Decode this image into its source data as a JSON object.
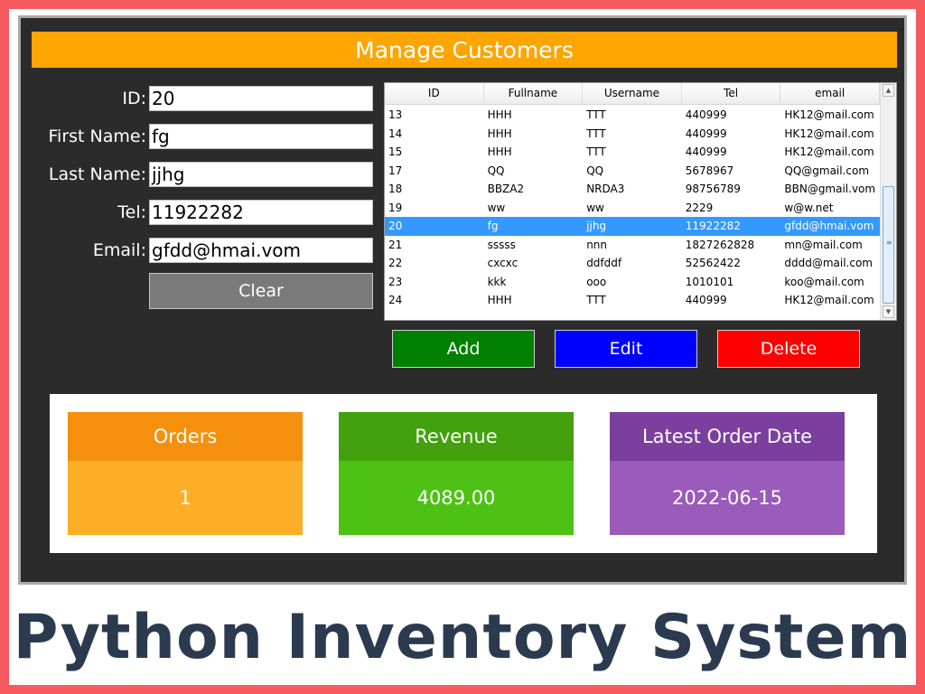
{
  "title": "Manage Customers",
  "form": {
    "fields": [
      {
        "label": "ID:",
        "value": "20"
      },
      {
        "label": "First Name:",
        "value": "fg"
      },
      {
        "label": "Last Name:",
        "value": "jjhg"
      },
      {
        "label": "Tel:",
        "value": "11922282"
      },
      {
        "label": "Email:",
        "value": "gfdd@hmai.vom"
      }
    ],
    "clear_label": "Clear"
  },
  "table": {
    "columns": [
      "ID",
      "Fullname",
      "Username",
      "Tel",
      "email"
    ],
    "rows": [
      [
        "13",
        "HHH",
        "TTT",
        "440999",
        "HK12@mail.com"
      ],
      [
        "14",
        "HHH",
        "TTT",
        "440999",
        "HK12@mail.com"
      ],
      [
        "15",
        "HHH",
        "TTT",
        "440999",
        "HK12@mail.com"
      ],
      [
        "17",
        "QQ",
        "QQ",
        "5678967",
        "QQ@gmail.com"
      ],
      [
        "18",
        "BBZA2",
        "NRDA3",
        "98756789",
        "BBN@gmail.vom"
      ],
      [
        "19",
        "ww",
        "ww",
        "2229",
        "w@w.net"
      ],
      [
        "20",
        "fg",
        "jjhg",
        "11922282",
        "gfdd@hmai.vom"
      ],
      [
        "21",
        "sssss",
        "nnn",
        "1827262828",
        "mn@mail.com"
      ],
      [
        "22",
        "cxcxc",
        "ddfddf",
        "52562422",
        "dddd@mail.com"
      ],
      [
        "23",
        "kkk",
        "ooo",
        "1010101",
        "koo@mail.com"
      ],
      [
        "24",
        "HHH",
        "TTT",
        "440999",
        "HK12@mail.com"
      ]
    ],
    "selected_row": 6
  },
  "actions": {
    "add_label": "Add",
    "edit_label": "Edit",
    "delete_label": "Delete"
  },
  "stats": [
    {
      "label": "Orders",
      "value": "1",
      "head_color": "#f5900f",
      "body_color": "#fcae27"
    },
    {
      "label": "Revenue",
      "value": "4089.00",
      "head_color": "#42a10c",
      "body_color": "#4dc214"
    },
    {
      "label": "Latest Order Date",
      "value": "2022-06-15",
      "head_color": "#7b3f9e",
      "body_color": "#9a5bba"
    }
  ],
  "colors": {
    "title_bar": "#ffa500",
    "window_bg": "#2b2b2b",
    "add": "#008000",
    "edit": "#0000ff",
    "delete": "#ff0000",
    "border": "#f75a5e"
  },
  "banner": "Python Inventory System"
}
